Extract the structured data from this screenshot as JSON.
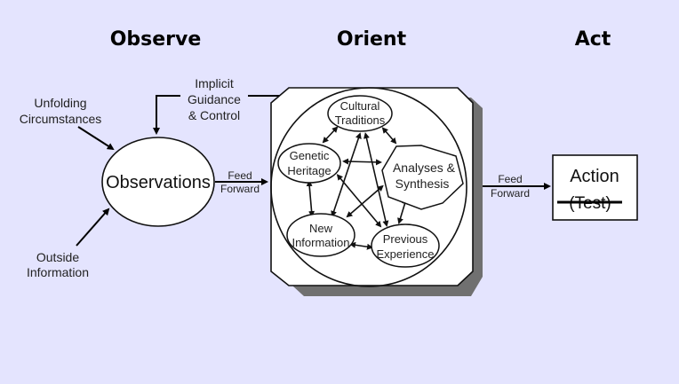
{
  "headers": {
    "observe": "Observe",
    "orient": "Orient",
    "act": "Act"
  },
  "inputs": {
    "unfolding": [
      "Unfolding",
      "Circumstances"
    ],
    "outside": [
      "Outside",
      "Information"
    ],
    "implicit": [
      "Implicit",
      "Guidance",
      "& Control"
    ]
  },
  "observations": {
    "label": "Observations"
  },
  "feed_forward_1": [
    "Feed",
    "Forward"
  ],
  "feed_forward_2": [
    "Feed",
    "Forward"
  ],
  "orient_nodes": {
    "cultural": [
      "Cultural",
      "Traditions"
    ],
    "genetic": [
      "Genetic",
      "Heritage"
    ],
    "analyses": [
      "Analyses &",
      "Synthesis"
    ],
    "new_info": [
      "New",
      "Information"
    ],
    "previous": [
      "Previous",
      "Experience"
    ]
  },
  "action": {
    "label": "Action",
    "struck_label": "(Test)"
  },
  "colors": {
    "background": "#e4e4fe",
    "shape_fill": "#ffffff",
    "shadow": "#707070"
  }
}
